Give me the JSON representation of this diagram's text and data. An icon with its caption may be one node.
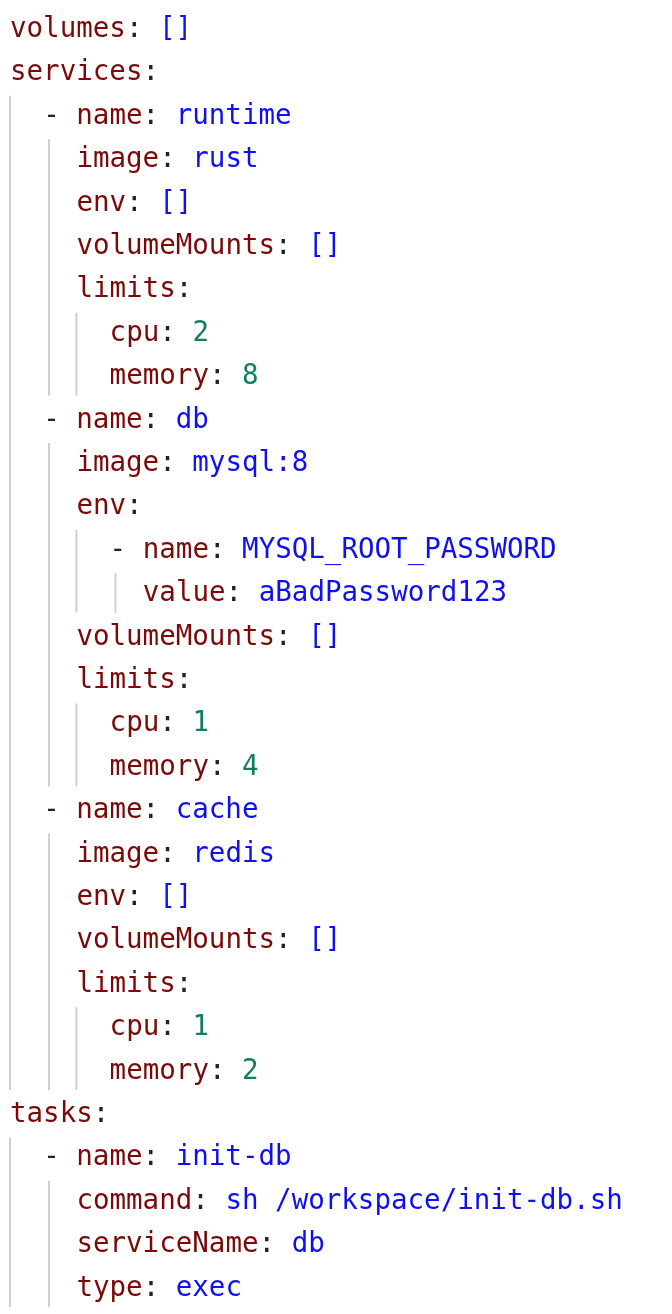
{
  "diagram": {
    "labels": [
      "volumes: []",
      "services:",
      "- name: runtime",
      "image: rust",
      "env: []",
      "volumeMounts: []",
      "limits:",
      "cpu: 2",
      "memory: 8",
      "- name: db",
      "image: mysql:8",
      "env:",
      "- name: MYSQL_ROOT_PASSWORD",
      "value: aBadPassword123",
      "volumeMounts: []",
      "limits:",
      "cpu: 1",
      "memory: 4",
      "- name: cache",
      "image: redis",
      "env: []",
      "volumeMounts: []",
      "limits:",
      "cpu: 1",
      "memory: 2",
      "tasks:",
      "- name: init-db",
      "command: sh /workspace/init-db.sh",
      "serviceName: db",
      "type: exec"
    ]
  }
}
